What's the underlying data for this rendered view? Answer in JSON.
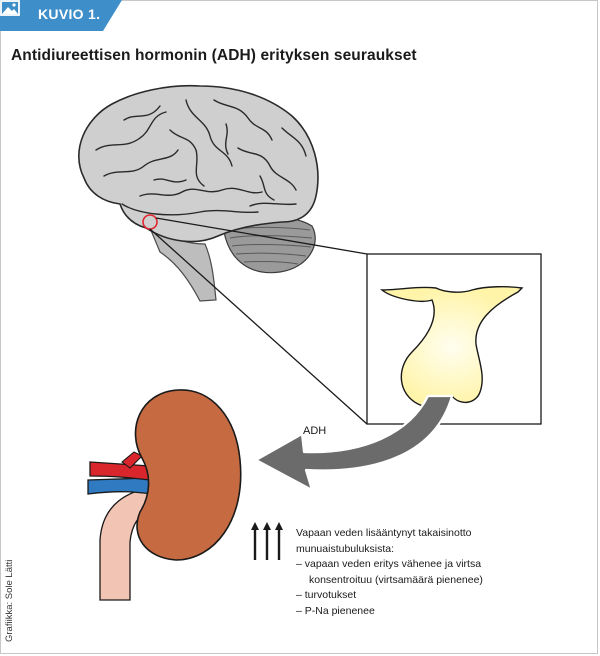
{
  "header": {
    "label": "KUVIO 1.",
    "icon": "image-icon",
    "color": "#3d8ec9"
  },
  "title": "Antidiureettisen hormonin (ADH) erityksen seuraukset",
  "arrow_label": "ADH",
  "effects": {
    "heading_line1": "Vapaan veden lisääntynyt takaisinotto",
    "heading_line2": "munuaistubuluksista:",
    "items": [
      {
        "line1": "– vapaan veden eritys vähenee ja virtsa",
        "line2": "konsentroituu (virtsamäärä pienenee)"
      },
      {
        "line1": "– turvotukset"
      },
      {
        "line1": "– P-Na pienenee"
      }
    ],
    "indicator": "triple-up-arrow-icon"
  },
  "credit": "Grafiikka: Sole Lätti",
  "colors": {
    "brain_gray": "#cfcfcf",
    "brainstem": "#bdbdbd",
    "cerebellum": "#9a9a9a",
    "highlight_circle": "#e0262e",
    "pituitary": "#fff6b8",
    "kidney": "#c66a42",
    "artery": "#d9262c",
    "vein": "#2f7ac0",
    "ureter": "#f2c4b4",
    "adh_arrow": "#6b6b6b"
  }
}
